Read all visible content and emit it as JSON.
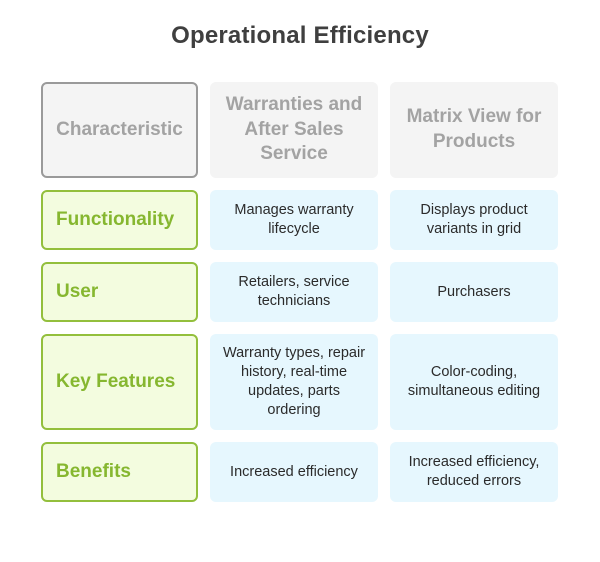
{
  "title": "Operational Efficiency",
  "table": {
    "corner_label": "Characteristic",
    "columns": [
      "Warranties and After Sales Service",
      "Matrix View for Products"
    ],
    "rows": [
      {
        "label": "Functionality",
        "cells": [
          "Manages warranty lifecycle",
          "Displays product variants in grid"
        ]
      },
      {
        "label": "User",
        "cells": [
          "Retailers, service technicians",
          "Purchasers"
        ]
      },
      {
        "label": "Key Features",
        "cells": [
          "Warranty types, repair history, real-time updates, parts ordering",
          "Color-coding, simultaneous editing"
        ]
      },
      {
        "label": "Benefits",
        "cells": [
          "Increased efficiency",
          "Increased efficiency, reduced errors"
        ]
      }
    ]
  },
  "colors": {
    "title": "#3f3f3f",
    "header_bg": "#f4f4f4",
    "header_text": "#a3a3a3",
    "header_border": "#9a9a9a",
    "label_bg": "#f3fcdf",
    "label_border": "#93bf3c",
    "label_text": "#86b730",
    "cell_bg": "#e6f7fe",
    "cell_text": "#2b2b2b"
  }
}
